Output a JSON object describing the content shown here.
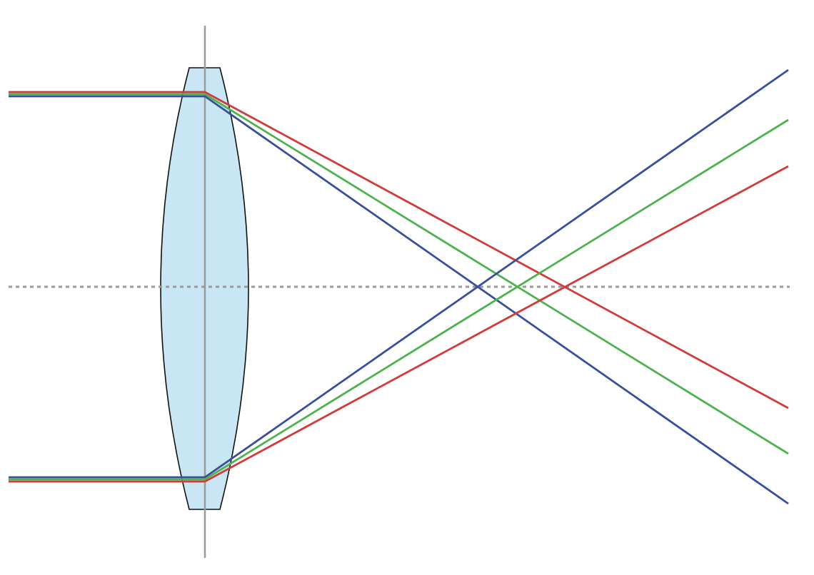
{
  "diagram": {
    "type": "lens-chromatic-aberration",
    "colors": {
      "background": "#ffffff",
      "lens_fill": "#c9e6f4",
      "lens_outline": "#111111",
      "lens_plane": "#9a9a9a",
      "optical_axis": "#9a9a9a",
      "ray_red": "#d23b3b",
      "ray_green": "#4fb24f",
      "ray_blue": "#3a4f9a"
    },
    "rays": [
      {
        "color": "red"
      },
      {
        "color": "green"
      },
      {
        "color": "blue"
      }
    ]
  }
}
